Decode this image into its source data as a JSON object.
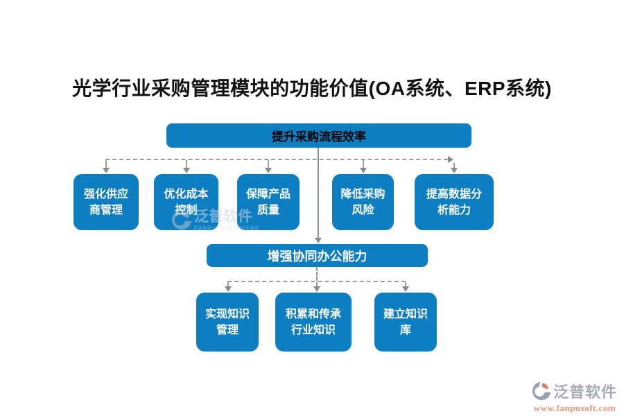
{
  "page": {
    "title": "光学行业采购管理模块的功能价值(OA系统、ERP系统)"
  },
  "colors": {
    "node_blue": "#0d7ec2",
    "top_bar_text": "#000000",
    "node_text": "#ffffff",
    "connector_gray": "#8a8a8a",
    "dash_gray": "#9b9b9b",
    "brand_name_gray": "#a7abb3",
    "brand_url_orange": "#ee9478"
  },
  "diagram": {
    "root": {
      "label": "提升采购流程效率"
    },
    "level2": [
      {
        "lines": [
          "强化供应",
          "商管理"
        ]
      },
      {
        "lines": [
          "优化成本",
          "控制"
        ]
      },
      {
        "lines": [
          "保障产品",
          "质量"
        ]
      },
      {
        "lines": [
          "降低采购",
          "风险"
        ]
      },
      {
        "lines": [
          "提高数据分",
          "析能力"
        ]
      }
    ],
    "mid": {
      "label": "增强协同办公能力"
    },
    "level3": [
      {
        "lines": [
          "实现知识",
          "管理"
        ]
      },
      {
        "lines": [
          "积累和传承",
          "行业知识"
        ]
      },
      {
        "lines": [
          "建立知识",
          "库"
        ]
      }
    ]
  },
  "watermark": {
    "brand": "泛普软件",
    "sub": "FANPU SOFTWARE"
  },
  "footer_brand": {
    "name": "泛普软件",
    "url": "www.fanpusoft.com"
  }
}
